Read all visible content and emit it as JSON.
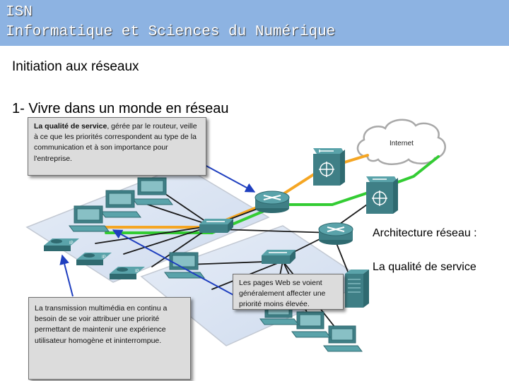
{
  "header": {
    "line1": "ISN",
    "line2": "Informatique et Sciences du Numérique",
    "background": "#8db3e2"
  },
  "subtitle": "Initiation aux réseaux",
  "section_title": "1- Vivre dans un monde en réseau",
  "diagram": {
    "cloud_label": "Internet",
    "phone_label": "IP",
    "callout_qos_bold": "La qualité de service",
    "callout_qos_rest": ", gérée par le routeur, veille à ce que les priorités correspondent au type de la communication et à son importance pour l'entreprise.",
    "callout_multimedia": "La transmission multimédia en continu a besoin de se voir attribuer une priorité permettant de maintenir une expérience utilisateur homogène et ininterrompue.",
    "callout_web": "Les pages Web se voient généralement affecter une priorité moins élevée."
  },
  "side_labels": {
    "architecture": "Architecture réseau :",
    "qos": "La qualité de service"
  },
  "colors": {
    "link_orange": "#f5a623",
    "link_green": "#33cc33",
    "link_black": "#1a1a1a",
    "arrow_blue": "#1f3fbf",
    "device_teal": "#3f7f86"
  }
}
